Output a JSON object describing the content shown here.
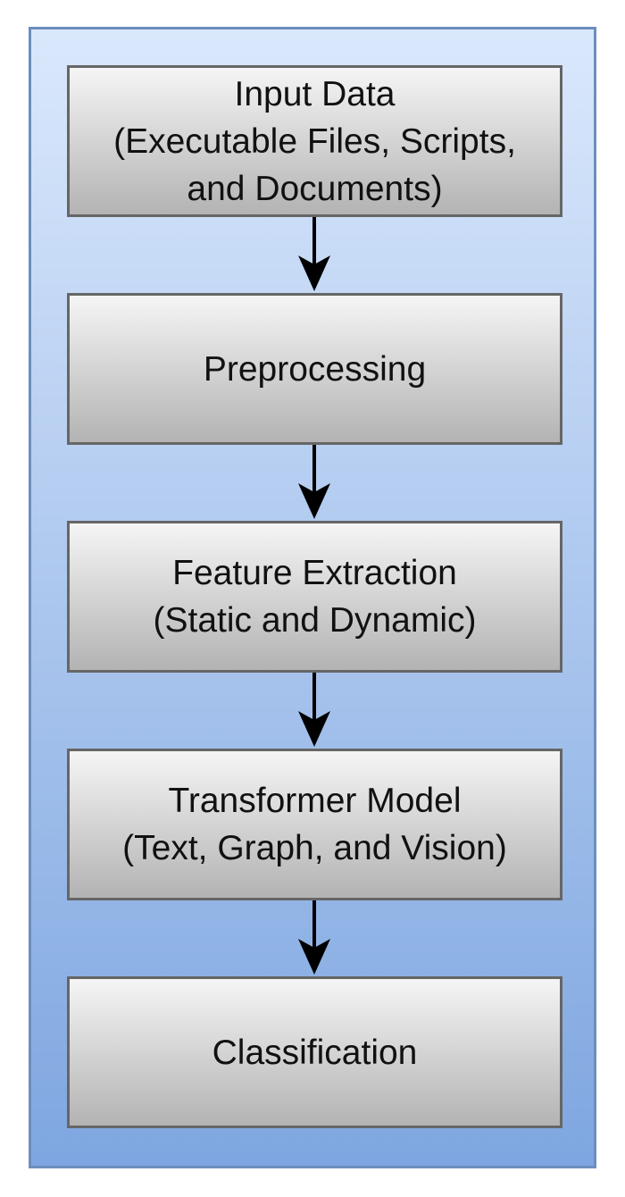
{
  "diagram": {
    "steps": [
      {
        "lines": [
          "Input Data",
          "(Executable Files, Scripts,",
          "and Documents)"
        ]
      },
      {
        "lines": [
          "Preprocessing"
        ]
      },
      {
        "lines": [
          "Feature Extraction",
          "(Static and Dynamic)"
        ]
      },
      {
        "lines": [
          "Transformer Model",
          "(Text, Graph, and Vision)"
        ]
      },
      {
        "lines": [
          "Classification"
        ]
      }
    ],
    "colors": {
      "container_border": "#6c8ebf",
      "container_fill_top": "#dae8fc",
      "container_fill_bottom": "#7ea6e0",
      "box_border": "#666666",
      "box_fill_top": "#f5f5f5",
      "box_fill_bottom": "#b3b3b3",
      "arrow": "#000000"
    }
  }
}
